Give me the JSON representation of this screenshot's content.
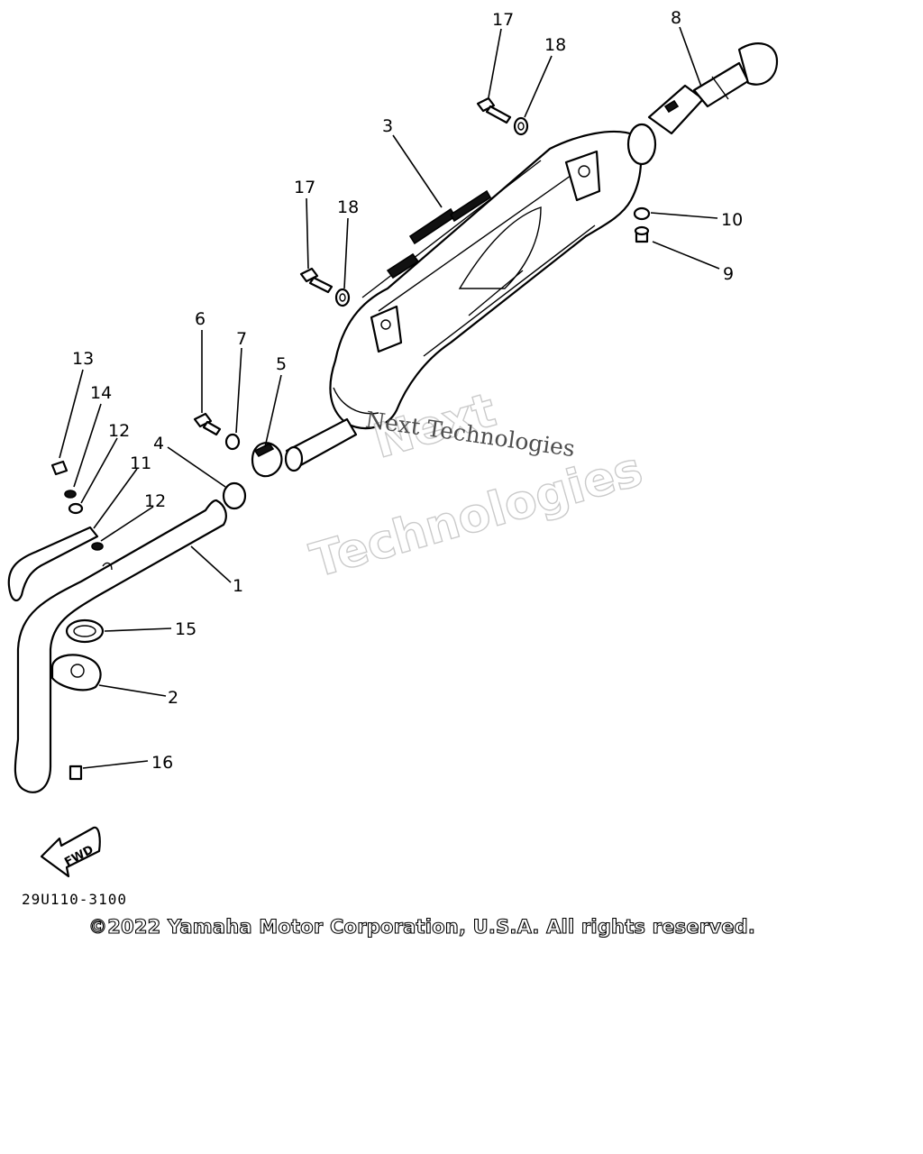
{
  "diagram": {
    "callouts": [
      {
        "id": "c1",
        "label": "1"
      },
      {
        "id": "c2",
        "label": "2"
      },
      {
        "id": "c3",
        "label": "3"
      },
      {
        "id": "c4",
        "label": "4"
      },
      {
        "id": "c5",
        "label": "5"
      },
      {
        "id": "c6",
        "label": "6"
      },
      {
        "id": "c7",
        "label": "7"
      },
      {
        "id": "c8",
        "label": "8"
      },
      {
        "id": "c9",
        "label": "9"
      },
      {
        "id": "c10",
        "label": "10"
      },
      {
        "id": "c11",
        "label": "11"
      },
      {
        "id": "c12a",
        "label": "12"
      },
      {
        "id": "c12b",
        "label": "12"
      },
      {
        "id": "c13",
        "label": "13"
      },
      {
        "id": "c14",
        "label": "14"
      },
      {
        "id": "c15",
        "label": "15"
      },
      {
        "id": "c16",
        "label": "16"
      },
      {
        "id": "c17a",
        "label": "17"
      },
      {
        "id": "c17b",
        "label": "17"
      },
      {
        "id": "c18a",
        "label": "18"
      },
      {
        "id": "c18b",
        "label": "18"
      }
    ],
    "fwd_label": "FWD",
    "drawing_code": "29U110-3100"
  },
  "watermark": {
    "line1": "Next",
    "line2": "Technologies",
    "serif_text": "Next Technologies"
  },
  "footer": {
    "copyright": "©2022 Yamaha Motor Corporation, U.S.A. All rights reserved."
  }
}
